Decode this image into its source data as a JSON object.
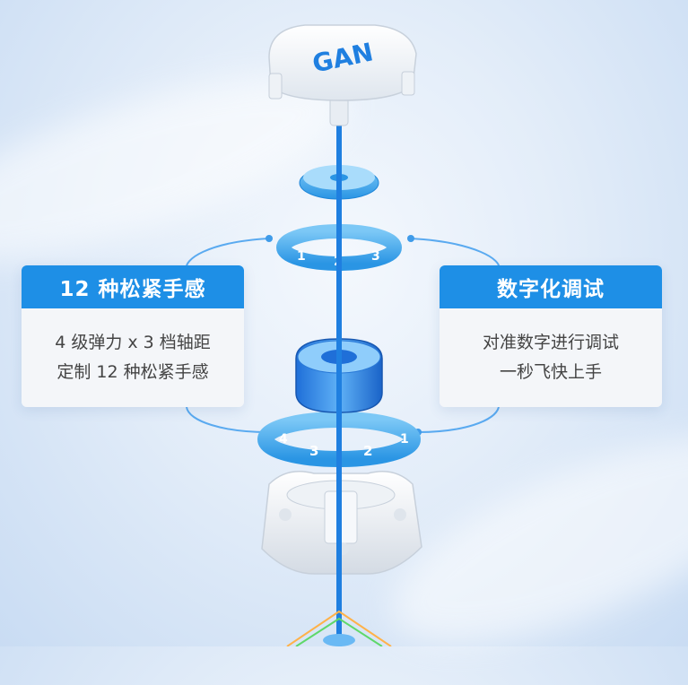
{
  "logo": {
    "text": "GAN"
  },
  "top_dial": {
    "labels": [
      "1",
      "2",
      "3"
    ]
  },
  "bottom_dial": {
    "labels": [
      "4",
      "3",
      "2",
      "1"
    ]
  },
  "left_panel": {
    "title": "12 种松紧手感",
    "line1": "4 级弹力 x 3 档轴距",
    "line2": "定制 12 种松紧手感"
  },
  "right_panel": {
    "title": "数字化调试",
    "line1": "对准数字进行调试",
    "line2": "一秒飞快上手"
  },
  "colors": {
    "accent": "#1e8fe6",
    "dial": "#4aa6ec",
    "spring": "#1f7fe0"
  }
}
